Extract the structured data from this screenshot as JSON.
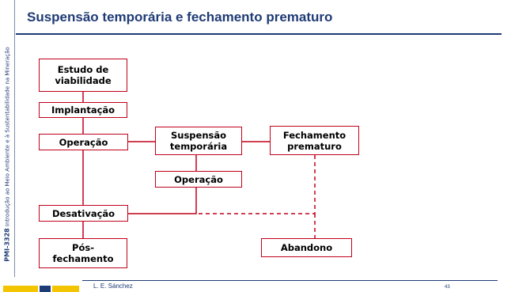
{
  "slide": {
    "title": "Suspensão temporária e fechamento prematuro",
    "course_code": "PMI-3328",
    "course_name": "Introdução ao Meio Ambiente e à Sustentabilidade na Mineração",
    "author": "L. E. Sánchez",
    "page_number": "43"
  },
  "diagram": {
    "nodes": {
      "estudo": "Estudo de\nviabilidade",
      "implantacao": "Implantação",
      "operacao": "Operação",
      "suspensao": "Suspensão\ntemporária",
      "fechamento": "Fechamento\nprematuro",
      "operacao2": "Operação",
      "desativacao": "Desativação",
      "posfechamento": "Pós-\nfechamento",
      "abandono": "Abandono"
    }
  },
  "colors": {
    "box_border": "#c0001a",
    "connector": "#c0001a",
    "title": "#1f3b75",
    "logo_yellow": "#f2c500",
    "logo_blue": "#1f3b75"
  }
}
